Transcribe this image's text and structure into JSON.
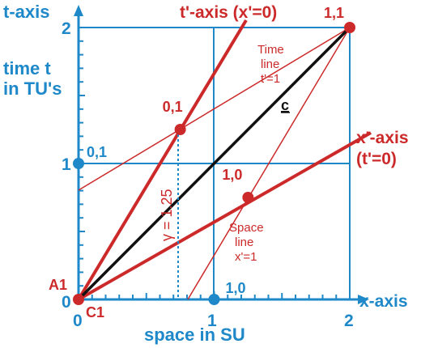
{
  "colors": {
    "axis_blue": "#1e88c8",
    "red": "#cc2a2a",
    "black": "#111111"
  },
  "labels": {
    "t_axis": "t-axis",
    "t_prime_axis": "t'-axis (x'=0)",
    "x_prime_axis_1": "x'-axis",
    "x_prime_axis_2": "(t'=0)",
    "x_axis": "x-axis",
    "time_t_1": "time t",
    "time_t_2": "in TU's",
    "space": "space  in SU",
    "c": "c",
    "gamma": "γ = 1.25",
    "time_line_1": "Time",
    "time_line_2": "line",
    "time_line_3": "t'=1",
    "space_line_1": "Space",
    "space_line_2": "line",
    "space_line_3": "x'=1",
    "a1": "A1",
    "c1": "C1",
    "tick_x0": "0",
    "tick_x1": "1",
    "tick_x2": "2",
    "tick_t0": "0",
    "tick_t1": "1",
    "tick_t2": "2"
  },
  "points": [
    {
      "name": "origin",
      "x": 0,
      "t": 0,
      "color": "red",
      "label": ""
    },
    {
      "name": "tprime-unit",
      "x": 0.75,
      "t": 1.25,
      "color": "red",
      "label": "0,1"
    },
    {
      "name": "xprime-unit",
      "x": 1.25,
      "t": 0.75,
      "color": "red",
      "label": "1,0"
    },
    {
      "name": "corner",
      "x": 2,
      "t": 2,
      "color": "red",
      "label": "1,1"
    },
    {
      "name": "t-unit",
      "x": 0,
      "t": 1,
      "color": "axis_blue",
      "label": "0,1"
    },
    {
      "name": "x-unit",
      "x": 1,
      "t": 0,
      "color": "axis_blue",
      "label": "1,0"
    }
  ]
}
